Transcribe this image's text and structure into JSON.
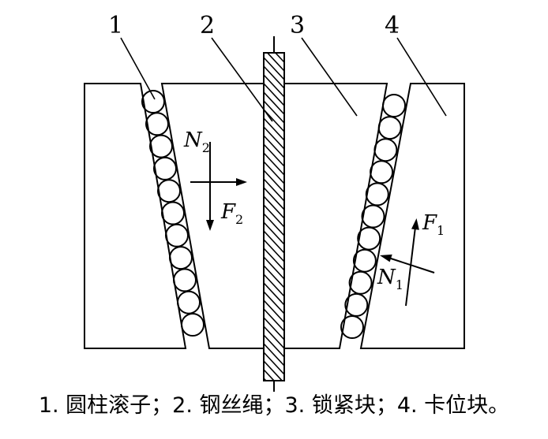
{
  "labels": {
    "l1": "1",
    "l2": "2",
    "l3": "3",
    "l4": "4"
  },
  "forces": {
    "N2": {
      "main": "N",
      "sub": "2"
    },
    "F2": {
      "main": "F",
      "sub": "2"
    },
    "F1": {
      "main": "F",
      "sub": "1"
    },
    "N1": {
      "main": "N",
      "sub": "1"
    }
  },
  "caption": "1. 圆柱滚子；2. 钢丝绳；3. 锁紧块；4. 卡位块。"
}
